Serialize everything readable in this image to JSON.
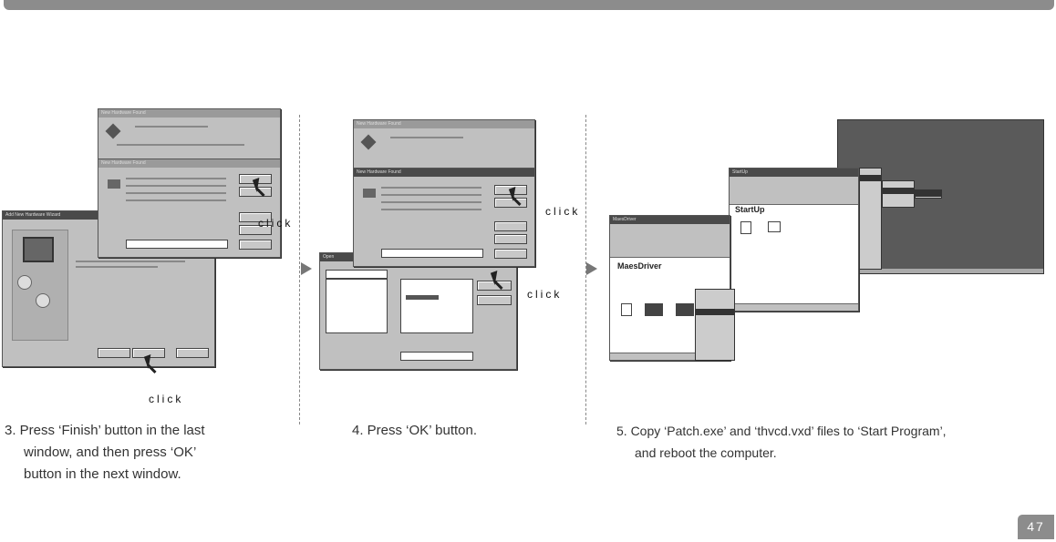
{
  "click_label": "click",
  "step3": {
    "caption_line1": "3. Press ‘Finish’ button in the last",
    "caption_line2": "window, and then press ‘OK’",
    "caption_line3": "button in the next window."
  },
  "step4": {
    "caption": "4. Press ‘OK’ button."
  },
  "step5": {
    "caption_line1": "5. Copy ‘Patch.exe’ and ‘thvcd.vxd’ files to ‘Start Program’,",
    "caption_line2": "and reboot the computer.",
    "folder_title": "MaesDriver",
    "startup_title": "StartUp"
  },
  "page_number": "47",
  "colors": {
    "bar": "#8c8c8c",
    "desktop": "#5a5a5a"
  }
}
